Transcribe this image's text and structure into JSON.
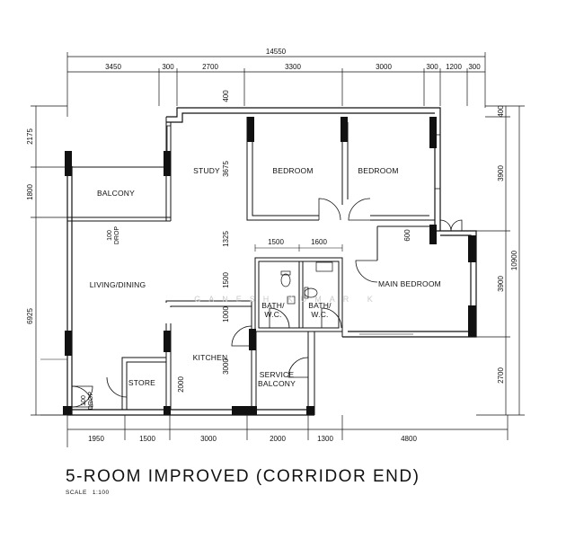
{
  "title": "5-ROOM IMPROVED (CORRIDOR END)",
  "scale_label": "SCALE",
  "scale_value": "1:100",
  "watermark": "GANESH KUMAR K",
  "dimensions": {
    "top_total": "14550",
    "top": [
      "3450",
      "300",
      "2700",
      "3300",
      "3000",
      "300",
      "1200",
      "300"
    ],
    "bottom": [
      "1950",
      "1500",
      "3000",
      "2000",
      "1300",
      "4800"
    ],
    "left": [
      "2175",
      "1800",
      "6925"
    ],
    "right_outer": "10900",
    "right": [
      "400",
      "3900",
      "3900",
      "2700"
    ],
    "interior": {
      "study_height": "3675",
      "study_top": "400",
      "corridor": "1325",
      "bath_width_1": "1500",
      "bath_width_2": "1600",
      "bath_height": "1500",
      "kitchen_upper": "1000",
      "kitchen_height": "3000",
      "store_height": "2000",
      "door_offset": "600"
    }
  },
  "rooms": {
    "balcony": "BALCONY",
    "study": "STUDY",
    "bedroom_1": "BEDROOM",
    "bedroom_2": "BEDROOM",
    "living_dining": "LIVING/DINING",
    "main_bedroom": "MAIN  BEDROOM",
    "bath_1": "BATH/\nW.C.",
    "bath_2": "BATH/\nW.C.",
    "kitchen": "KITCHEN",
    "store": "STORE",
    "service_balcony": "SERVICE\nBALCONY"
  },
  "notes": {
    "drop_balcony": "100\nDROP",
    "drop_entrance": "100\nDROP"
  }
}
